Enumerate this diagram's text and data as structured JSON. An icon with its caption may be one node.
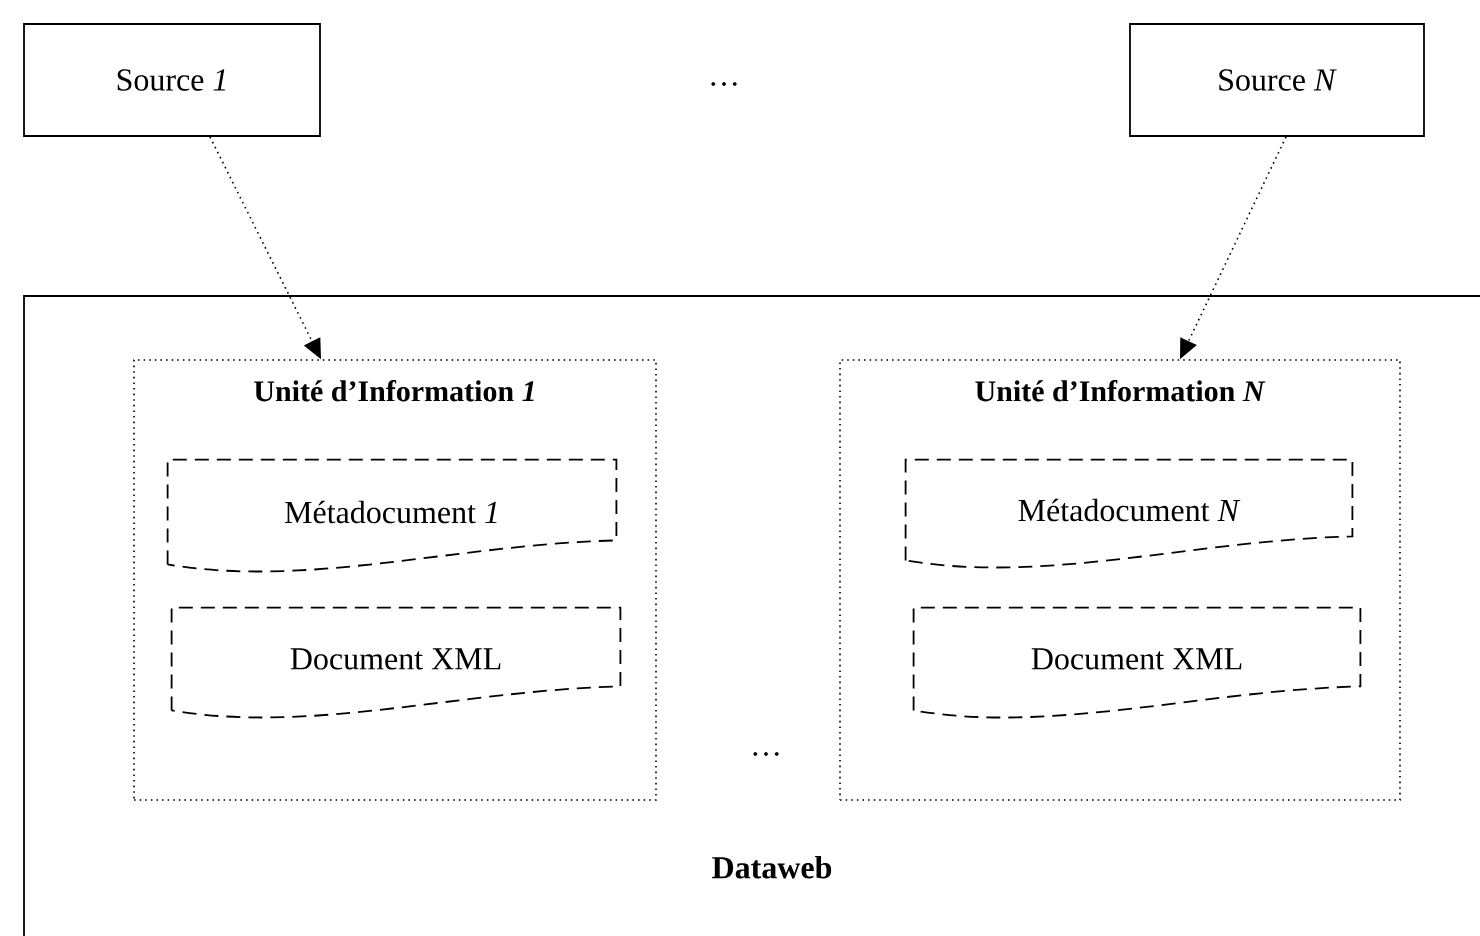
{
  "diagram": {
    "nodes": [
      {
        "text": [
          "Source *1*"
        ]
      },
      {
        "text": [
          "Source *N*"
        ]
      },
      {
        "text": [
          "Dataweb"
        ]
      },
      {
        "text": [
          "Unité d’Information *1*"
        ],
        "in": 2
      },
      {
        "text": [
          "Métadocument *1*"
        ],
        "in": 3
      },
      {
        "text": [
          "Document XML"
        ],
        "in": 3
      },
      {
        "text": [
          "Unité d’Information *N*"
        ],
        "in": 2
      },
      {
        "text": [
          "Métadocument *N*"
        ],
        "in": 6
      },
      {
        "text": [
          "Document XML"
        ],
        "in": 6
      }
    ],
    "edges": [
      {
        "from": 0,
        "to": 3,
        "arrow": "to",
        "style": "dashed"
      },
      {
        "from": 1,
        "to": 6,
        "arrow": "to",
        "style": "dashed"
      }
    ],
    "labels": [
      "…",
      "…"
    ]
  }
}
